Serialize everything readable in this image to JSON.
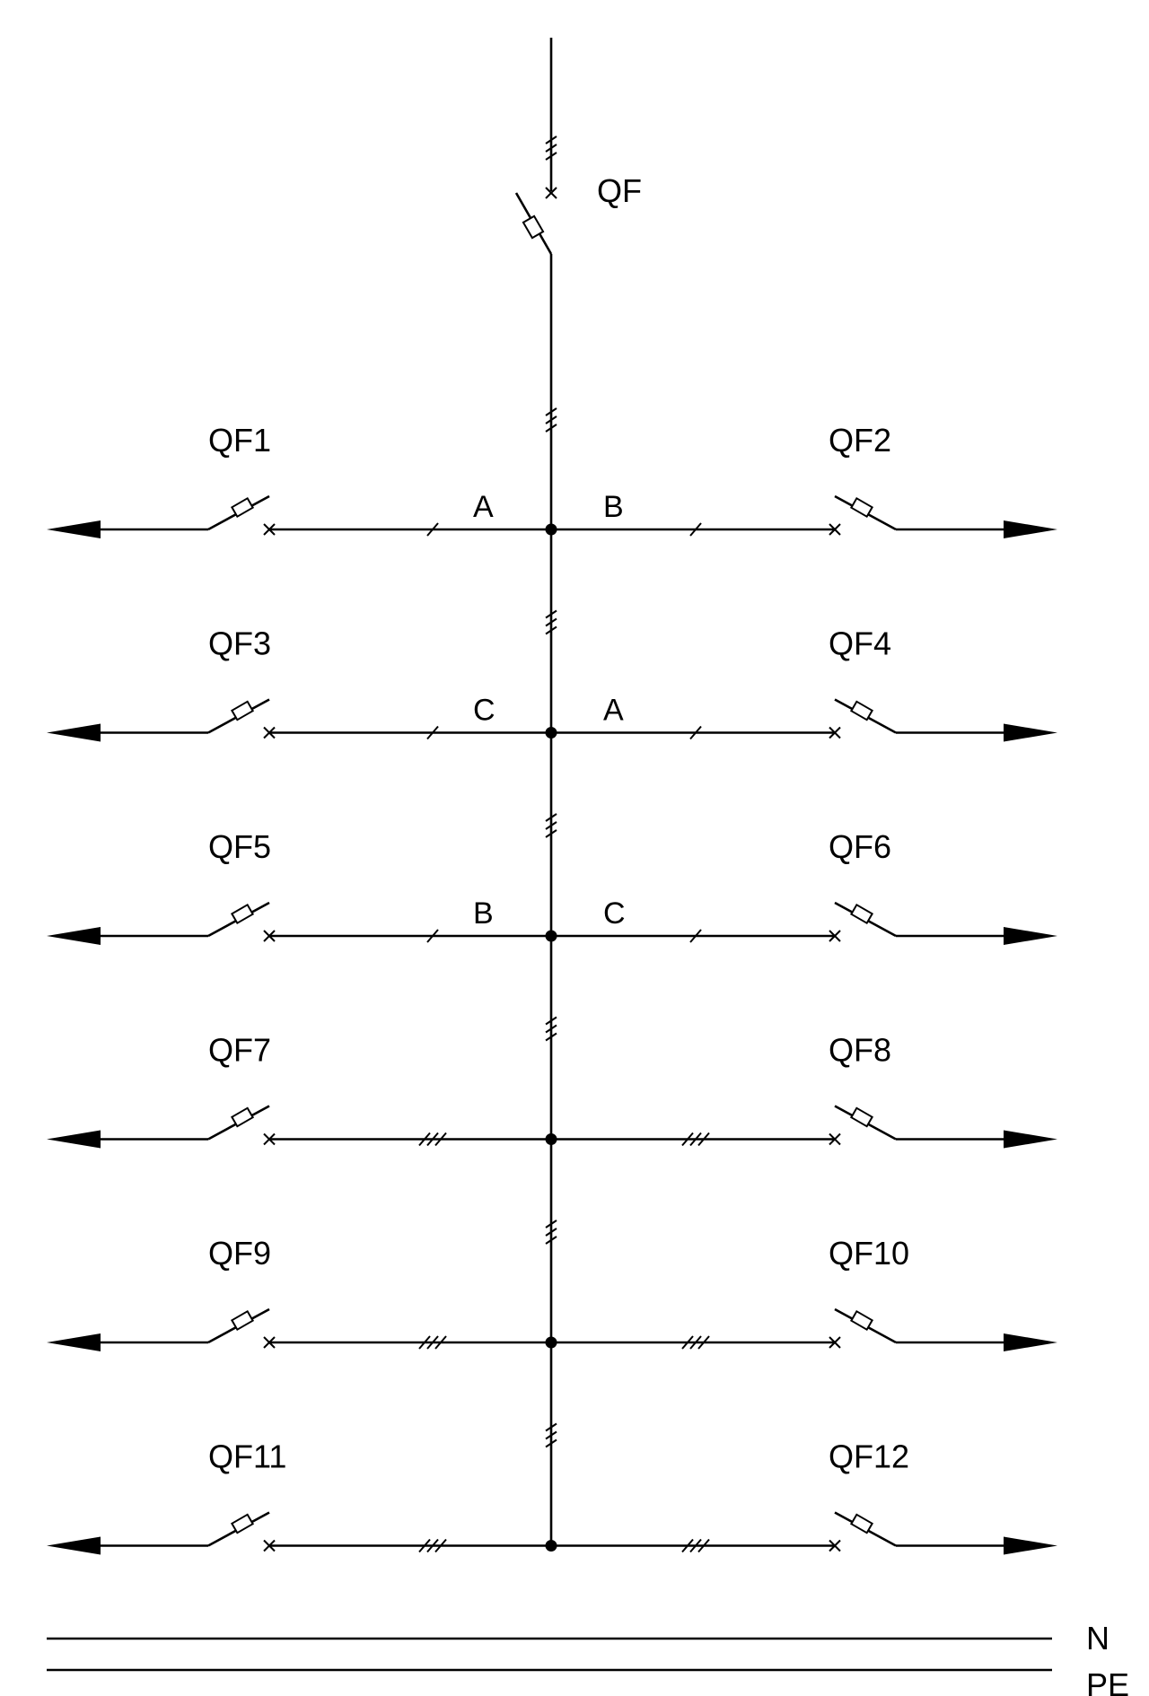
{
  "main_breaker": {
    "label": "QF"
  },
  "branches": [
    {
      "left": {
        "label": "QF1",
        "phase": "A",
        "ticks": 1
      },
      "right": {
        "label": "QF2",
        "phase": "B",
        "ticks": 1
      }
    },
    {
      "left": {
        "label": "QF3",
        "phase": "C",
        "ticks": 1
      },
      "right": {
        "label": "QF4",
        "phase": "A",
        "ticks": 1
      }
    },
    {
      "left": {
        "label": "QF5",
        "phase": "B",
        "ticks": 1
      },
      "right": {
        "label": "QF6",
        "phase": "C",
        "ticks": 1
      }
    },
    {
      "left": {
        "label": "QF7",
        "phase": "",
        "ticks": 3
      },
      "right": {
        "label": "QF8",
        "phase": "",
        "ticks": 3
      }
    },
    {
      "left": {
        "label": "QF9",
        "phase": "",
        "ticks": 3
      },
      "right": {
        "label": "QF10",
        "phase": "",
        "ticks": 3
      }
    },
    {
      "left": {
        "label": "QF11",
        "phase": "",
        "ticks": 3
      },
      "right": {
        "label": "QF12",
        "phase": "",
        "ticks": 3
      }
    }
  ],
  "rails": [
    {
      "label": "N"
    },
    {
      "label": "PE"
    }
  ]
}
